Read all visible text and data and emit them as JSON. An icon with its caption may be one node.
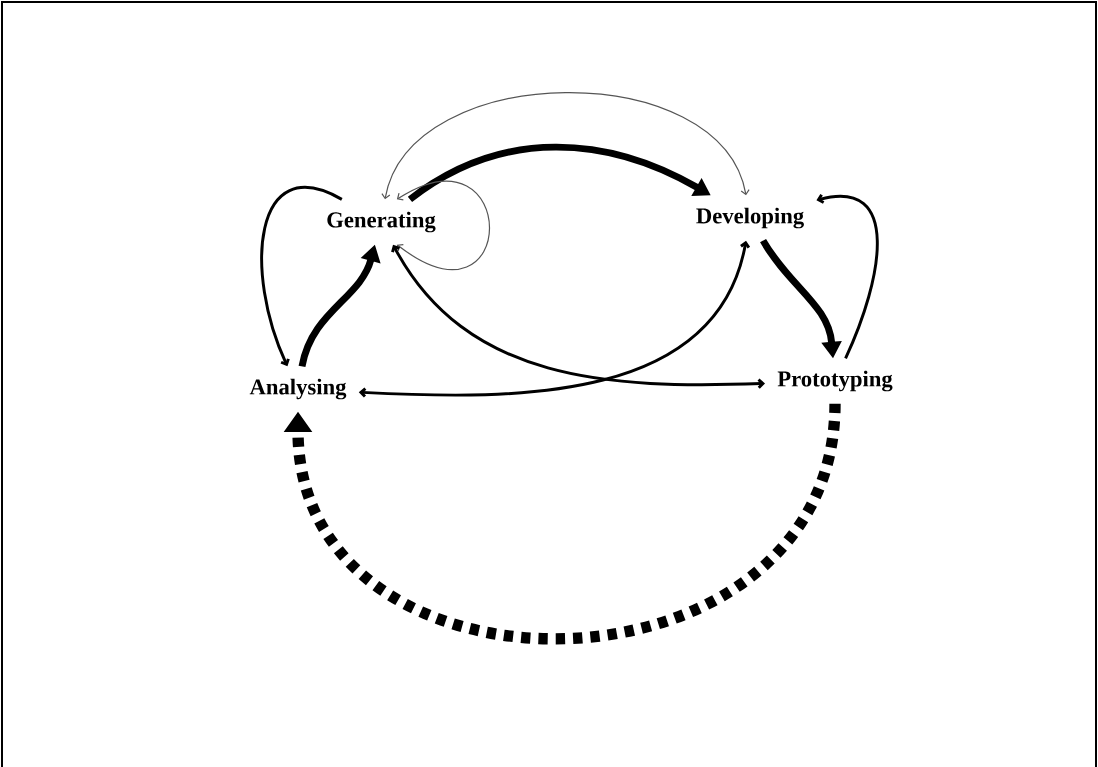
{
  "diagram": {
    "nodes": [
      {
        "text": [
          "Generating"
        ]
      },
      {
        "text": [
          "Developing"
        ]
      },
      {
        "text": [
          "Analysing"
        ]
      },
      {
        "text": [
          "Prototyping"
        ]
      }
    ],
    "edges": [
      {
        "from": 0,
        "to": 1,
        "arrow": "to",
        "style": "thick"
      },
      {
        "from": 0,
        "to": 1,
        "arrow": "both",
        "color": "#555555"
      },
      {
        "from": 0,
        "to": 0,
        "arrow": "both",
        "color": "#555555"
      },
      {
        "from": 3,
        "to": 1,
        "arrow": "to"
      },
      {
        "from": 0,
        "to": 2,
        "arrow": "to"
      },
      {
        "from": 2,
        "to": 0,
        "arrow": "to",
        "style": "thick"
      },
      {
        "from": 1,
        "to": 3,
        "arrow": "to",
        "style": "thick"
      },
      {
        "from": 2,
        "to": 1,
        "arrow": "both"
      },
      {
        "from": 0,
        "to": 3,
        "arrow": "both"
      },
      {
        "from": 3,
        "to": 2,
        "arrow": "to",
        "style": "dashed"
      }
    ]
  }
}
